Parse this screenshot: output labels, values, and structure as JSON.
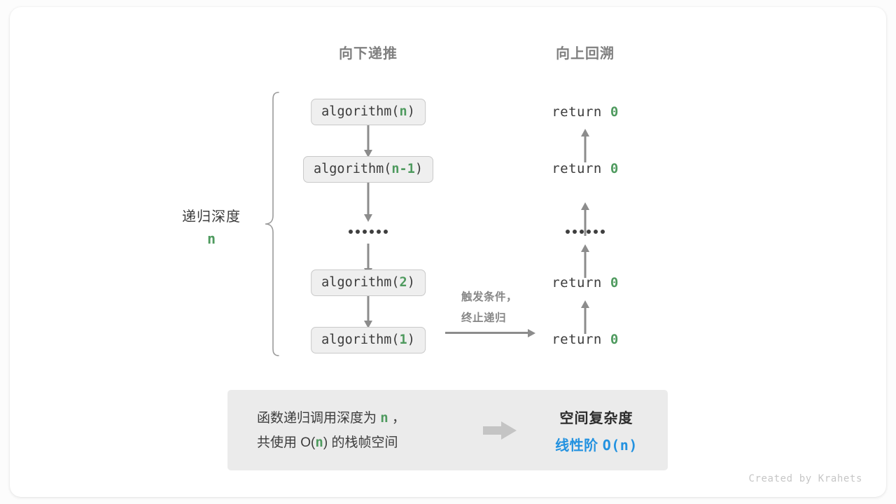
{
  "columns": {
    "down_heading": "向下递推",
    "up_heading": "向上回溯"
  },
  "colors": {
    "accent_green": "#4e9a5e",
    "accent_blue": "#2392e0",
    "box_fill": "#efefef",
    "box_border": "#c9c9c9",
    "arrow_gray": "#8c8c8c",
    "panel_bg": "#ebebeb",
    "text_dark": "#3c3c3c",
    "heading_gray": "#7f7f7f"
  },
  "call_stack": [
    {
      "name": "algorithm(",
      "arg": "n",
      "close": ")"
    },
    {
      "name": "algorithm(",
      "arg": "n-1",
      "close": ")"
    },
    {
      "name": "algorithm(",
      "arg": "2",
      "close": ")"
    },
    {
      "name": "algorithm(",
      "arg": "1",
      "close": ")"
    }
  ],
  "ellipsis_dots": 6,
  "returns": [
    {
      "keyword": "return",
      "value": "0"
    },
    {
      "keyword": "return",
      "value": "0"
    },
    {
      "keyword": "return",
      "value": "0"
    },
    {
      "keyword": "return",
      "value": "0"
    }
  ],
  "depth_annotation": {
    "label": "递归深度",
    "value": "n"
  },
  "trigger_note": {
    "line1": "触发条件，",
    "line2": "终止递归"
  },
  "summary": {
    "left_line1_pre": "函数递归调用深度为 ",
    "left_line1_var": "n",
    "left_line1_post": " ，",
    "left_line2_pre": "共使用 O(",
    "left_line2_var": "n",
    "left_line2_post": ") 的栈帧空间",
    "arrow_icon": "block-arrow-right",
    "right_title": "空间复杂度",
    "right_value_text": "线性阶 ",
    "right_value_mono": "O(n)"
  },
  "credit": "Created by Krahets"
}
